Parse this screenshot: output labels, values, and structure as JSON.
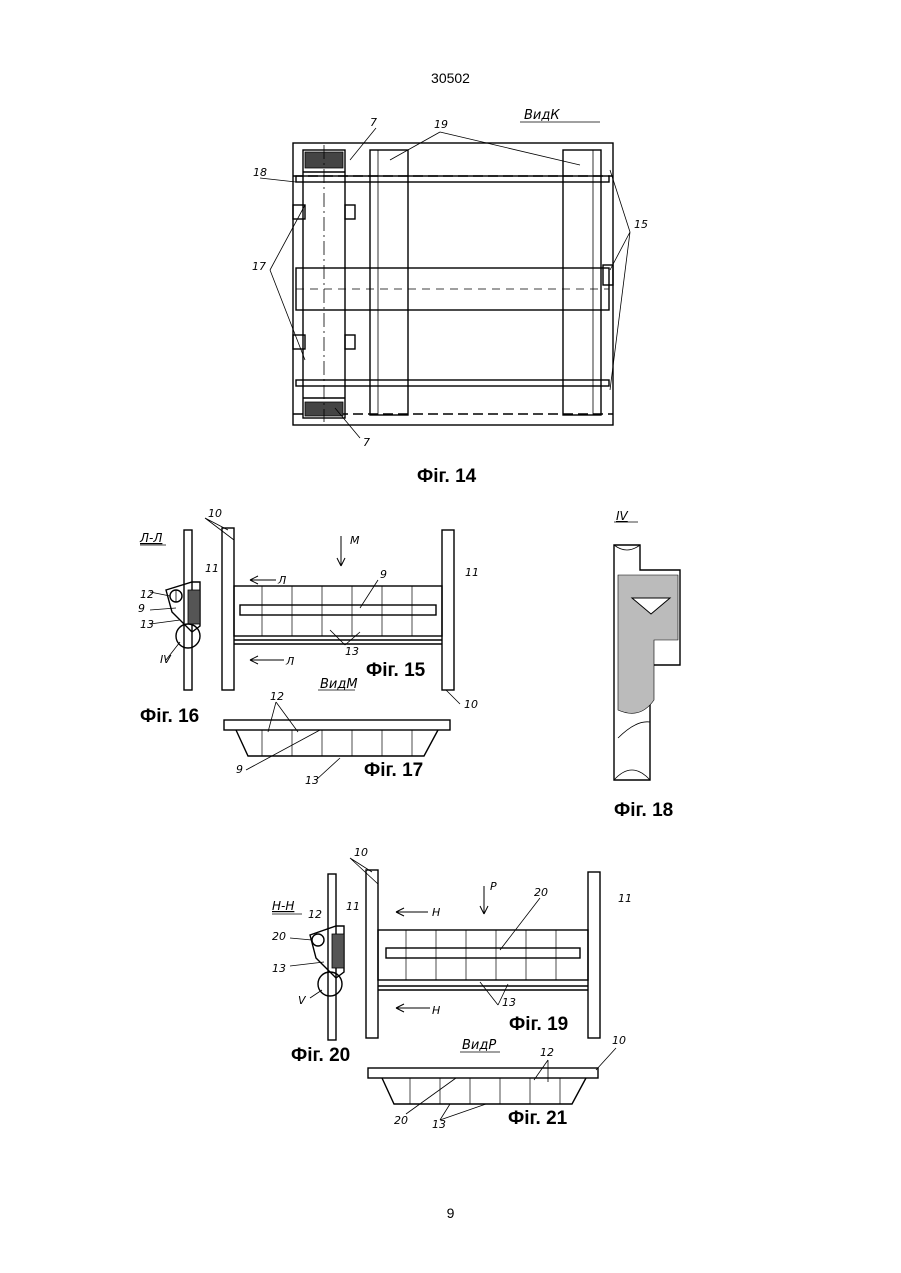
{
  "header": {
    "doc_number": "30502"
  },
  "footer": {
    "page_number": "9"
  },
  "figures": {
    "fig14": {
      "caption": "Фіг. 14",
      "view_label": "ВидК",
      "callouts": {
        "c7_top": "7",
        "c7_bottom": "7",
        "c19": "19",
        "c18": "18",
        "c17": "17",
        "c15": "15"
      }
    },
    "fig15": {
      "caption": "Фіг. 15",
      "view_arrow": "М",
      "callouts": {
        "c10": "10",
        "c9": "9",
        "c11_left": "11",
        "c11_right": "11",
        "c13": "13",
        "c10_bottom": "10"
      },
      "section_marks": [
        "Л",
        "Л"
      ]
    },
    "fig16": {
      "caption": "Фіг. 16",
      "section_title": "Л-Л",
      "callouts": {
        "c12": "12",
        "c9": "9",
        "c13": "13",
        "detail": "IV"
      }
    },
    "fig17": {
      "caption": "Фіг. 17",
      "view_label": "ВидМ",
      "callouts": {
        "c12": "12",
        "c9": "9",
        "c13": "13"
      }
    },
    "fig18": {
      "caption": "Фіг. 18",
      "detail_label": "IV"
    },
    "fig19": {
      "caption": "Фіг. 19",
      "view_arrow": "Р",
      "callouts": {
        "c10": "10",
        "c20": "20",
        "c11_left": "11",
        "c11_right": "11",
        "c13": "13"
      },
      "section_marks": [
        "Н",
        "Н"
      ]
    },
    "fig20": {
      "caption": "Фіг. 20",
      "section_title": "Н-Н",
      "callouts": {
        "c12": "12",
        "c20": "20",
        "c13": "13",
        "detail": "V"
      }
    },
    "fig21": {
      "caption": "Фіг. 21",
      "view_label": "ВидР",
      "callouts": {
        "c12": "12",
        "c10": "10",
        "c20": "20",
        "c13": "13"
      }
    }
  }
}
